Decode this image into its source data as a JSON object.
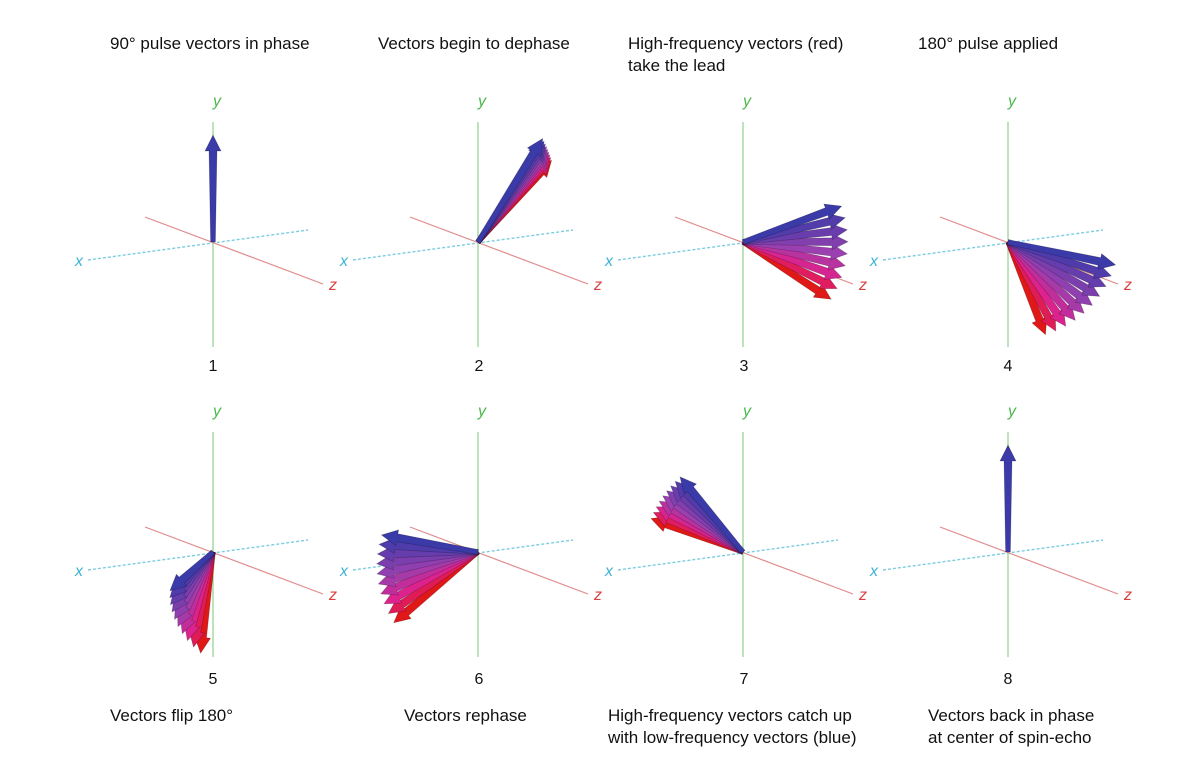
{
  "top_captions": [
    "90° pulse vectors in phase",
    "Vectors begin to dephase",
    "High-frequency vectors (red)\ntake the lead",
    "180° pulse applied"
  ],
  "bottom_captions": [
    "Vectors flip 180°",
    "Vectors rephase",
    "High-frequency vectors catch up\nwith low-frequency vectors (blue)",
    "Vectors back in phase\nat center of spin-echo"
  ],
  "axis_labels": {
    "x": "x",
    "y": "y",
    "z": "z"
  },
  "panel_numbers": [
    "1",
    "2",
    "3",
    "4",
    "5",
    "6",
    "7",
    "8"
  ],
  "colors": {
    "x_axis": "#7ccde0",
    "y_axis": "#8fd08f",
    "z_axis": "#e08a8a",
    "x_label": "#3fb4d4",
    "y_label": "#4cb84c",
    "z_label": "#d94040",
    "low_frequency": "#3a3aa8",
    "high_frequency": "#e01818"
  },
  "legend_meaning": {
    "red": "High-frequency vectors",
    "blue": "low-frequency vectors"
  }
}
